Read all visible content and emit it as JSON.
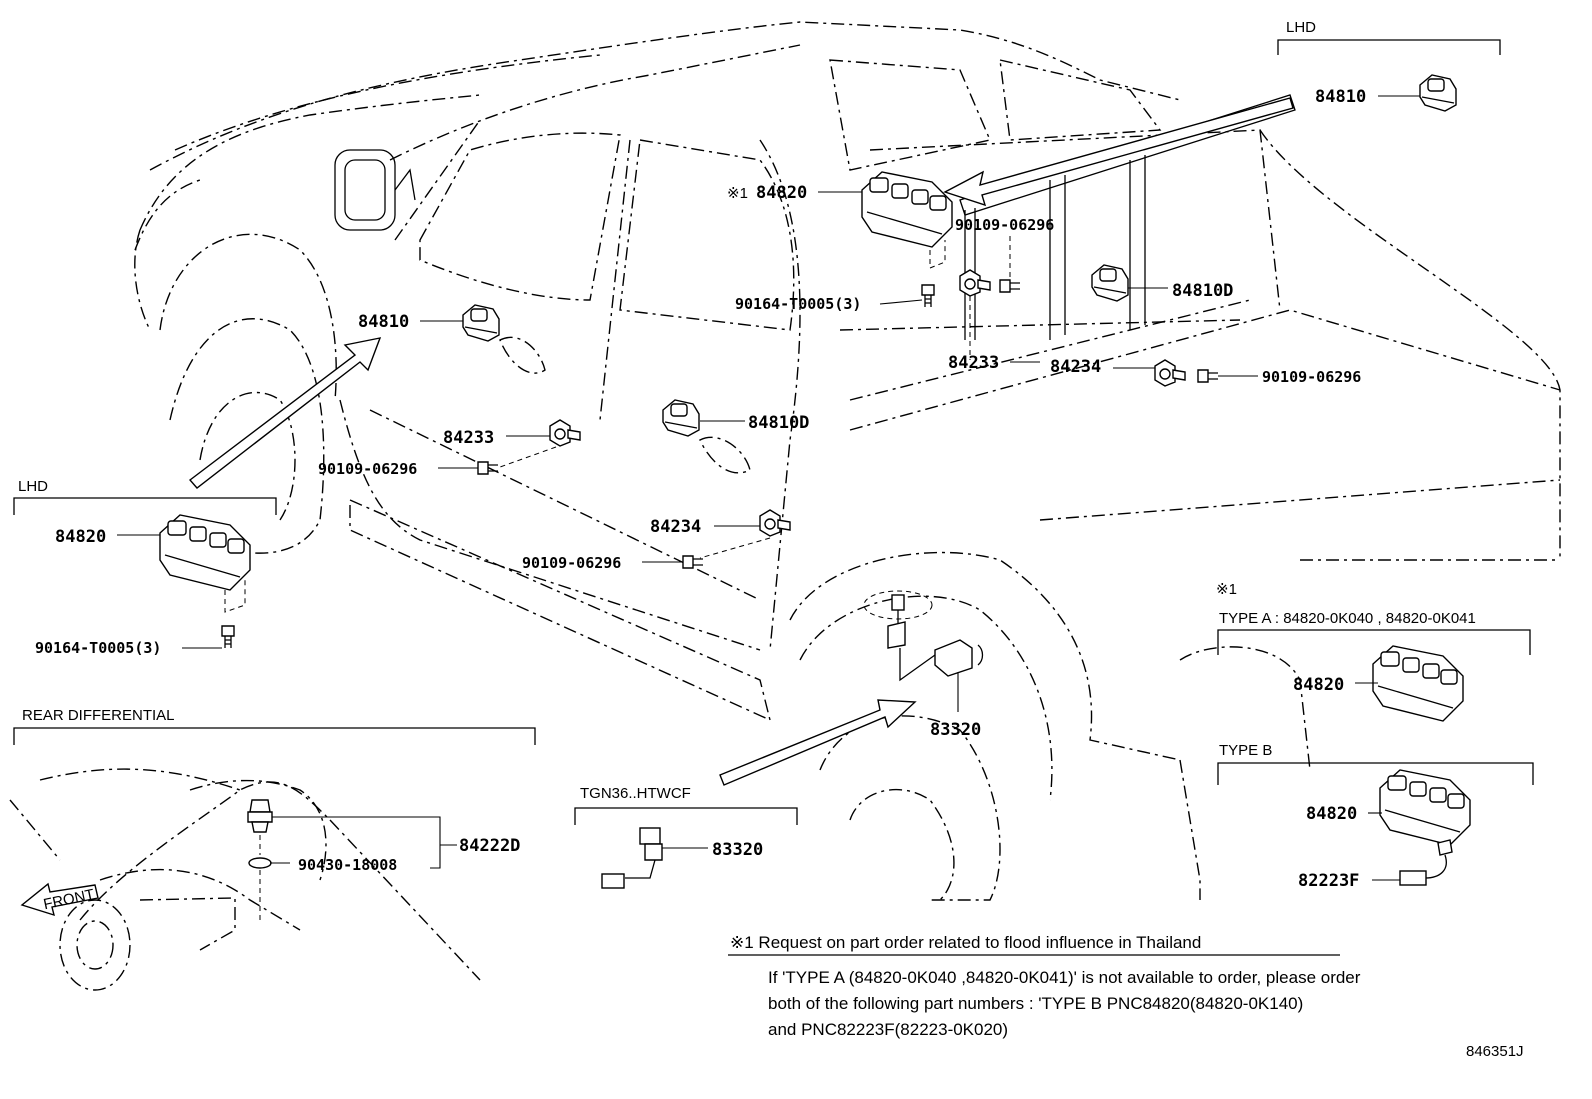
{
  "sections": {
    "lhd_top": "LHD",
    "lhd_left": "LHD",
    "rear_diff": "REAR DIFFERENTIAL",
    "tgn": "TGN36..HTWCF",
    "note_mark": "※1",
    "type_a": "TYPE A : 84820-0K040 , 84820-0K041",
    "type_b": "TYPE B"
  },
  "parts": {
    "p_84810_topright": "84810",
    "p_84820_door": "84820",
    "p_84820_door_mark": "※1",
    "p_90109_a": "90109-06296",
    "p_90164_a": "90164-T0005(3)",
    "p_84810D_rear": "84810D",
    "p_84233_rear": "84233",
    "p_84234_rear": "84234",
    "p_90109_b": "90109-06296",
    "p_84810_front": "84810",
    "p_84233_front": "84233",
    "p_90109_c": "90109-06296",
    "p_84810D_mid": "84810D",
    "p_84234_front": "84234",
    "p_90109_d": "90109-06296",
    "p_84820_lhd": "84820",
    "p_90164_b": "90164-T0005(3)",
    "p_83320_wheel": "83320",
    "p_84222D": "84222D",
    "p_90430": "90430-18008",
    "p_83320_tgn": "83320",
    "p_84820_typea": "84820",
    "p_84820_typeb": "84820",
    "p_82223F": "82223F",
    "front_label": "FRONT"
  },
  "note": {
    "title": "※1  Request on part order related to flood influence in Thailand",
    "line1": "If  'TYPE A (84820-0K040 ,84820-0K041)'  is not available to order, please order",
    "line2": "both of the following part numbers : 'TYPE B PNC84820(84820-0K140)",
    "line3": "and PNC82223F(82223-0K020)"
  },
  "figure_id": "846351J"
}
